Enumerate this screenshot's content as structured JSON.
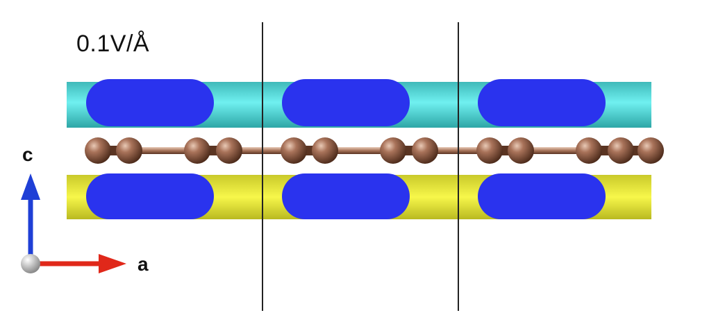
{
  "annotation": {
    "field_strength": "0.1V/Å"
  },
  "axes": {
    "vertical_label": "c",
    "horizontal_label": "a"
  },
  "colors": {
    "isosurface_top": "#5fe0e0",
    "isosurface_bottom": "#ecec3a",
    "cross_section": "#2a33ee",
    "atom": "#8c5a42",
    "bond": "#a8745a",
    "cell_boundary": "#222222",
    "axis_c": "#1f3fd6",
    "axis_a": "#e0281a",
    "axis_origin": "#bdbdbd"
  },
  "structure": {
    "unit_cells": 3,
    "atoms_per_cell": 4,
    "extra_atom_at_end": true
  }
}
